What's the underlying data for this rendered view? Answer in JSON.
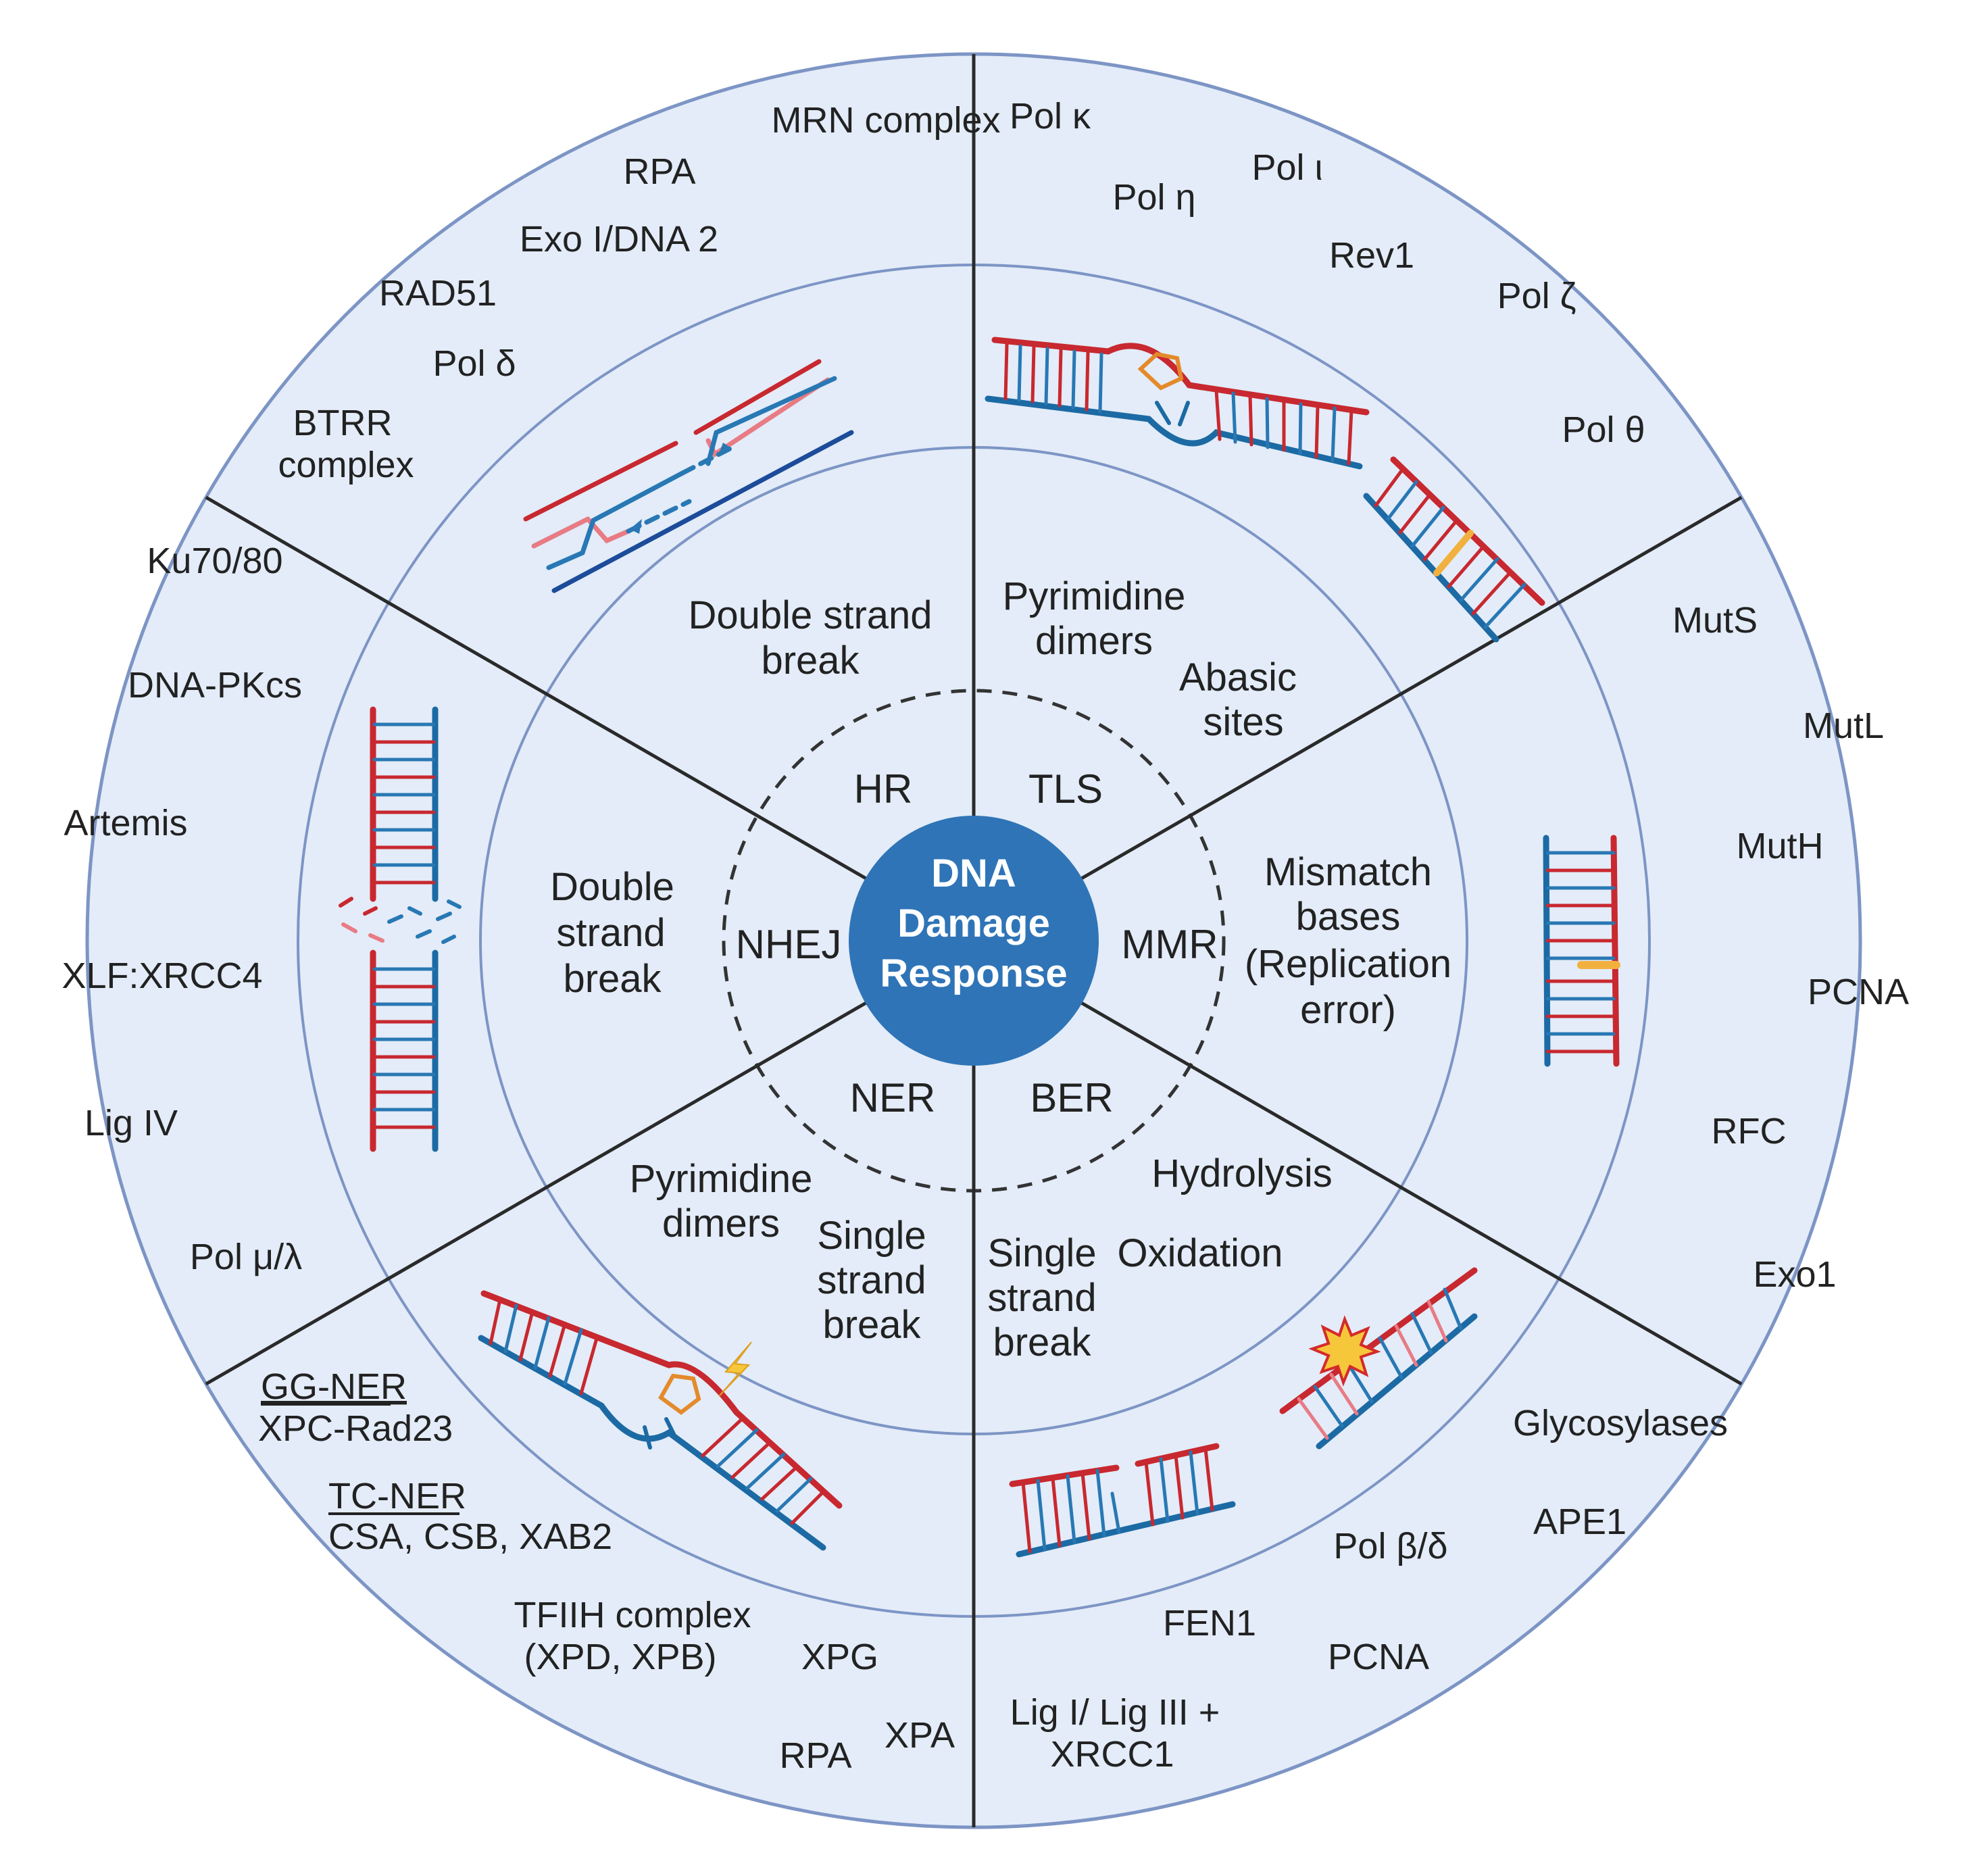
{
  "center": {
    "lines": [
      "DNA",
      "Damage",
      "Response"
    ]
  },
  "colors": {
    "background": "#e3ecf8",
    "center_fill": "#2f74b7",
    "ring_stroke": "#7d95c5",
    "strand_red": "#c8282f",
    "strand_pink": "#e87b84",
    "strand_blue": "#2878b4",
    "strand_dark_blue": "#1c4c9a",
    "mismatch_yellow": "#f2b13e",
    "bulge_orange": "#e48a2a"
  },
  "pathways": {
    "hr": "HR",
    "tls": "TLS",
    "mmr": "MMR",
    "ber": "BER",
    "ner": "NER",
    "nhej": "NHEJ"
  },
  "damage": {
    "hr": [
      "Double strand",
      "break"
    ],
    "tls_1": [
      "Pyrimidine",
      "dimers"
    ],
    "tls_2": [
      "Abasic",
      "sites"
    ],
    "mmr": [
      "Mismatch",
      "bases",
      "(Replication",
      "error)"
    ],
    "ber_1": "Hydrolysis",
    "ber_2": "Oxidation",
    "ber_3": [
      "Single",
      "strand",
      "break"
    ],
    "ner_1": [
      "Pyrimidine",
      "dimers"
    ],
    "ner_2": [
      "Single",
      "strand",
      "break"
    ],
    "nhej": [
      "Double",
      "strand",
      "break"
    ]
  },
  "proteins": {
    "hr": [
      "MRN complex",
      "RPA",
      "Exo I/DNA 2",
      "RAD51",
      "Pol δ",
      "BTRR",
      "complex"
    ],
    "tls": [
      "Pol κ",
      "Pol ι",
      "Pol η",
      "Rev1",
      "Pol ζ",
      "Pol θ"
    ],
    "mmr": [
      "MutS",
      "MutL",
      "MutH",
      "PCNA",
      "RFC",
      "Exo1"
    ],
    "ber": [
      "Glycosylases",
      "APE1",
      "Pol β/δ",
      "FEN1",
      "PCNA",
      "Lig I/ Lig III +",
      "XRCC1"
    ],
    "ner": [
      "GG-NER",
      "XPC-Rad23",
      "TC-NER",
      "CSA, CSB, XAB2",
      "TFIIH complex",
      "(XPD, XPB)",
      "XPG",
      "XPA",
      "RPA"
    ],
    "nhej": [
      "Ku70/80",
      "DNA-PKcs",
      "Artemis",
      "XLF:XRCC4",
      "Lig IV",
      "Pol μ/λ"
    ]
  },
  "icons": {
    "hr": "dna-crossover-icon",
    "tls": "dna-bulge-icon",
    "tls_2": "dna-mismatch-icon",
    "mmr": "dna-mismatch-icon",
    "ber_1": "dna-damaged-base-icon",
    "ber_2": "dna-nicked-icon",
    "ner": "dna-bulge-uv-icon",
    "nhej": "dna-double-break-icon"
  }
}
